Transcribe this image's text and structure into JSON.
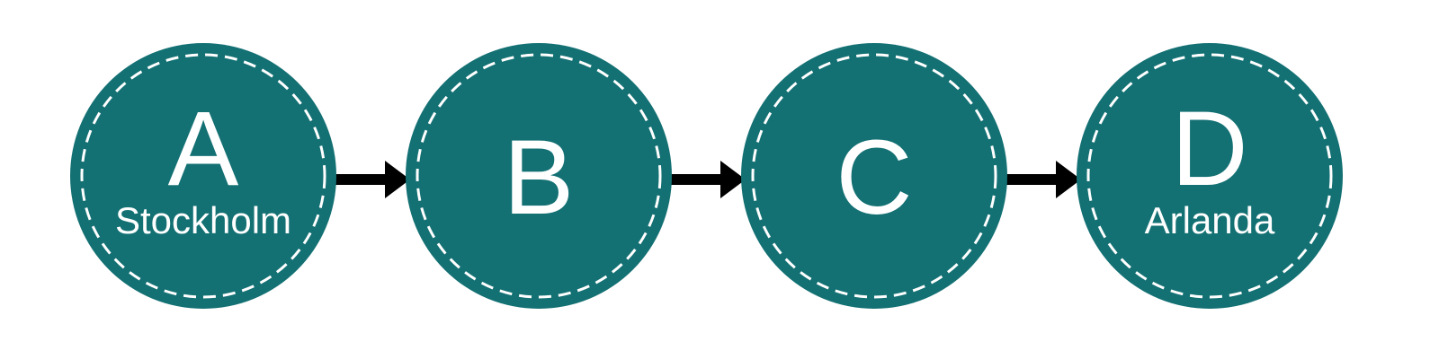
{
  "diagram": {
    "nodes": [
      {
        "id": "A",
        "letter": "A",
        "sublabel": "Stockholm"
      },
      {
        "id": "B",
        "letter": "B",
        "sublabel": ""
      },
      {
        "id": "C",
        "letter": "C",
        "sublabel": ""
      },
      {
        "id": "D",
        "letter": "D",
        "sublabel": "Arlanda"
      }
    ],
    "edges": [
      {
        "from": "A",
        "to": "B"
      },
      {
        "from": "B",
        "to": "C"
      },
      {
        "from": "C",
        "to": "D"
      }
    ],
    "colors": {
      "node_fill": "#137073",
      "node_dash": "#ffffff",
      "text": "#ffffff",
      "edge": "#000000",
      "background": "#ffffff"
    }
  }
}
